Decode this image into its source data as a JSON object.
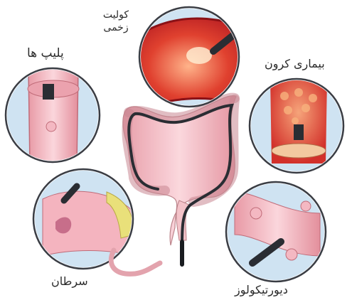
{
  "labels": {
    "ulcerative_colitis": "کولیت زخمی",
    "polyps": "پلیپ ها",
    "crohns_disease": "بیماری کرون",
    "cancer": "سرطان",
    "diverticulosis": "دیورتیکولوز"
  },
  "colors": {
    "colon_pink": "#f1bcc2",
    "colon_outline": "#b97f86",
    "scope_dark": "#2a2d33",
    "inflamed_red": "#d8262b",
    "circle_ring": "#3a3d44",
    "circle_bg": "#cfe3f2",
    "tumor_yellow": "#e9e07a"
  }
}
